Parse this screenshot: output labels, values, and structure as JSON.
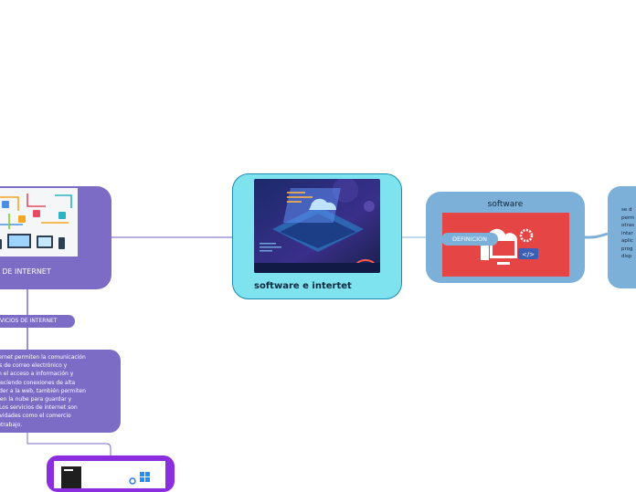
{
  "central": {
    "title": "software e intertet"
  },
  "software": {
    "title": "software",
    "pill": "DEFINICION"
  },
  "right_node": {
    "text": "se d\nperm\notras\nintar\naplic\nprog\ndisp"
  },
  "services": {
    "title": "ICIOS DE INTERNET",
    "subtopic": "VICIOS DE INTERNET",
    "description": "nternet permiten la comunicación\nvés de correo electrónico y\ntan el acceso a información y\nofrecíendo conexiones de alta\nceder a la web, también permiten\nto en la nube para guardar y\ns. Los servicios de internet son\nctividades como el comercio\neletrabajo."
  },
  "colors": {
    "central_fill": "#7fe3ef",
    "central_border": "#1b8bb0",
    "software_fill": "#7db0d9",
    "services_fill": "#7c6cc6",
    "bottom_fill": "#8a2ee0",
    "connector": "#6a5fc0"
  }
}
